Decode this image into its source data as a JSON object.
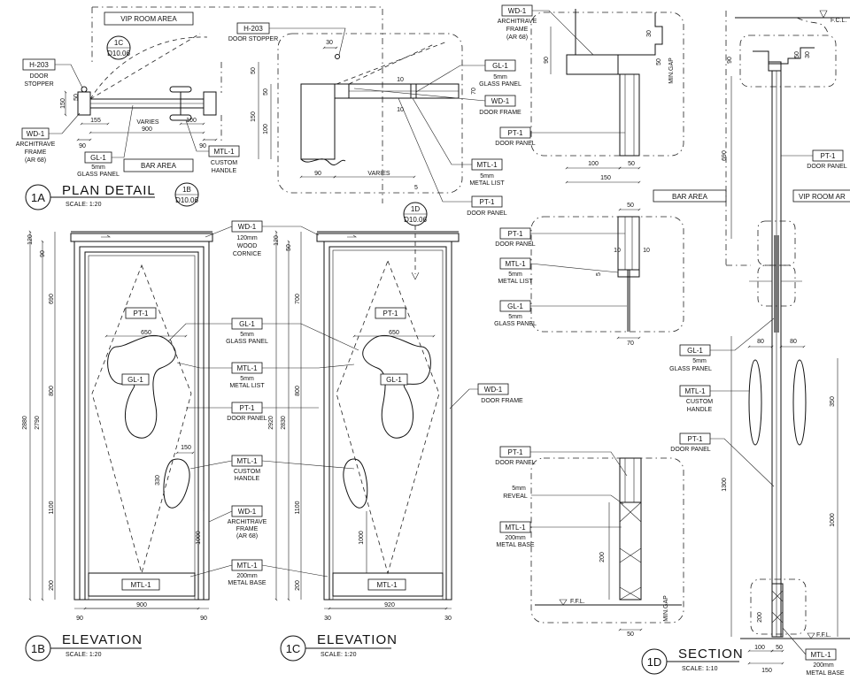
{
  "views": {
    "plan_1a": {
      "number": "1A",
      "title": "PLAN DETAIL",
      "scale": "SCALE: 1:20",
      "ref_1c": "1C",
      "ref_1c_sheet": "D10.06",
      "ref_1b": "1B",
      "ref_1b_sheet": "D10.06"
    },
    "elev_1b": {
      "number": "1B",
      "title": "ELEVATION",
      "scale": "SCALE: 1:20"
    },
    "elev_1c": {
      "number": "1C",
      "title": "ELEVATION",
      "scale": "SCALE: 1:20",
      "ref_1d": "1D",
      "ref_1d_sheet": "D10.06"
    },
    "section_1d": {
      "number": "1D",
      "title": "SECTION",
      "scale": "SCALE: 1:10"
    }
  },
  "zones": {
    "vip": "VIP ROOM AREA",
    "bar": "BAR AREA",
    "vip_cut": "VIP ROOM AR"
  },
  "codes": {
    "h203": "H-203",
    "gl1": "GL-1",
    "wd1": "WD-1",
    "mtl1": "MTL-1",
    "pt1": "PT-1"
  },
  "notes": {
    "door_stopper": [
      "DOOR",
      "STOPPER"
    ],
    "door_stopper_1": "DOOR STOPPER",
    "glass_panel": [
      "5mm",
      "GLASS PANEL"
    ],
    "architrave": [
      "ARCHITRAVE",
      "FRAME",
      "(AR 68)"
    ],
    "architrave_2": [
      "ARCHITRAVE",
      "FRAME (AR 68)"
    ],
    "custom_handle": [
      "CUSTOM",
      "HANDLE"
    ],
    "door_frame": "DOOR FRAME",
    "door_panel": "DOOR PANEL",
    "metal_list": [
      "5mm",
      "METAL LIST"
    ],
    "wood_cornice": [
      "120mm",
      "WOOD",
      "CORNICE"
    ],
    "metal_base": [
      "200mm",
      "METAL BASE"
    ],
    "reveal": [
      "5mm",
      "REVEAL"
    ],
    "fcl": "F.C.L.",
    "ffl": "F.F.L.",
    "min_gap": "MIN.GAP"
  },
  "dims": {
    "p_30": "30",
    "p_50": "50",
    "p_50b": "50",
    "p_70": "70",
    "p_10a": "10",
    "p_10b": "10",
    "p_150": "150",
    "p_100": "100",
    "p_90": "90",
    "p_varies": "VARIES",
    "p_5": "5",
    "plan_155": "155",
    "plan_varies": "VARIES",
    "plan_100": "100",
    "plan_900": "900",
    "plan_90a": "90",
    "plan_90b": "90",
    "plan_150": "150",
    "plan_50": "50",
    "b_2880": "2880",
    "b_2790": "2790",
    "b_120": "120",
    "b_90": "90",
    "b_690": "690",
    "b_800": "800",
    "b_1100": "1100",
    "b_200": "200",
    "b_650": "650",
    "b_150": "150",
    "b_330": "330",
    "b_1000": "1000",
    "b_900": "900",
    "b_90l": "90",
    "b_90r": "90",
    "c_2920": "2920",
    "c_2830": "2830",
    "c_120": "120",
    "c_50": "50",
    "c_700": "700",
    "c_800": "800",
    "c_1100": "1100",
    "c_200": "200",
    "c_650": "650",
    "c_1000": "1000",
    "c_920": "920",
    "c_30l": "30",
    "c_30r": "30",
    "s1_90": "90",
    "s1_30": "30",
    "s1_50": "50",
    "s1_100": "100",
    "s1_50b": "50",
    "s1_150": "150",
    "s2_50": "50",
    "s2_10a": "10",
    "s2_10b": "10",
    "s2_5": "5",
    "s2_70": "70",
    "s3_200": "200",
    "s3_50": "50",
    "d_90": "90",
    "d_50": "50",
    "d_30": "30",
    "d_690": "690",
    "d_80a": "80",
    "d_80b": "80",
    "d_350": "350",
    "d_1300": "1300",
    "d_1000": "1000",
    "d_200": "200",
    "d_100": "100",
    "d_50b": "50",
    "d_150": "150"
  }
}
